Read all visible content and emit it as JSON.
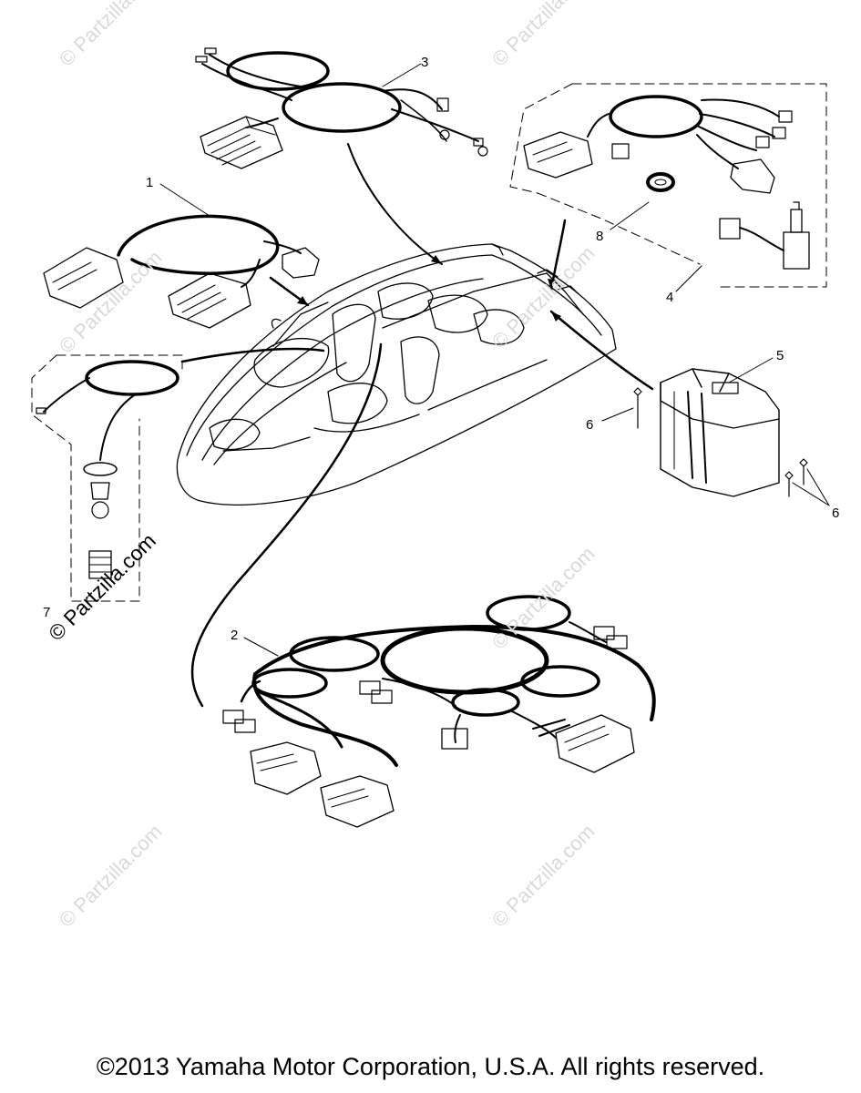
{
  "watermark": "© Partzilla.com",
  "side_watermark": "© Partzilla.com",
  "callouts": [
    "1",
    "2",
    "3",
    "4",
    "5",
    "6",
    "6",
    "7",
    "8"
  ],
  "copyright": "©2013 Yamaha Motor Corporation, U.S.A. All rights reserved."
}
